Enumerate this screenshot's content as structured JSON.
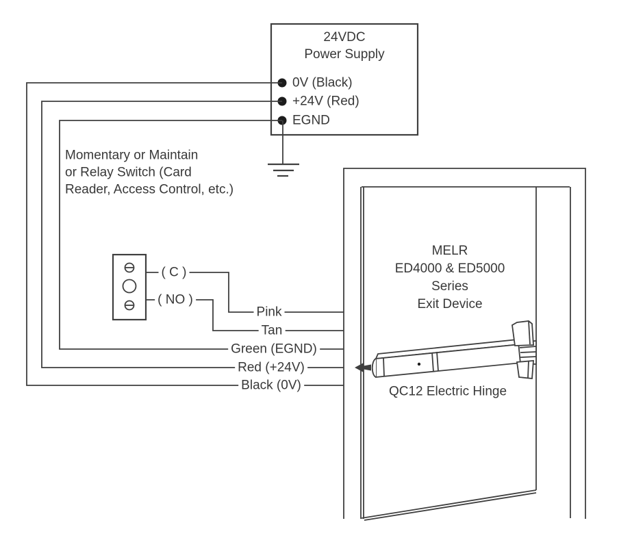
{
  "power_supply": {
    "title_lines": [
      "24VDC",
      "Power Supply"
    ],
    "terminals": [
      "0V (Black)",
      "+24V (Red)",
      "EGND"
    ]
  },
  "switch": {
    "note_lines": [
      "Momentary or Maintain",
      "or Relay Switch (Card",
      "Reader, Access Control, etc.)"
    ],
    "contacts": [
      "( C )",
      "( NO )"
    ]
  },
  "wires": [
    "Pink",
    "Tan",
    "Green (EGND)",
    "Red (+24V)",
    "Black (0V)"
  ],
  "exit_device": {
    "label_lines": [
      "MELR",
      "ED4000 & ED5000",
      "Series",
      "Exit Device"
    ],
    "hinge_label": "QC12 Electric Hinge"
  },
  "colors": {
    "line": "#3f3f3f",
    "text": "#383838",
    "background": "#ffffff",
    "terminal_dot": "#1c1c1c"
  }
}
